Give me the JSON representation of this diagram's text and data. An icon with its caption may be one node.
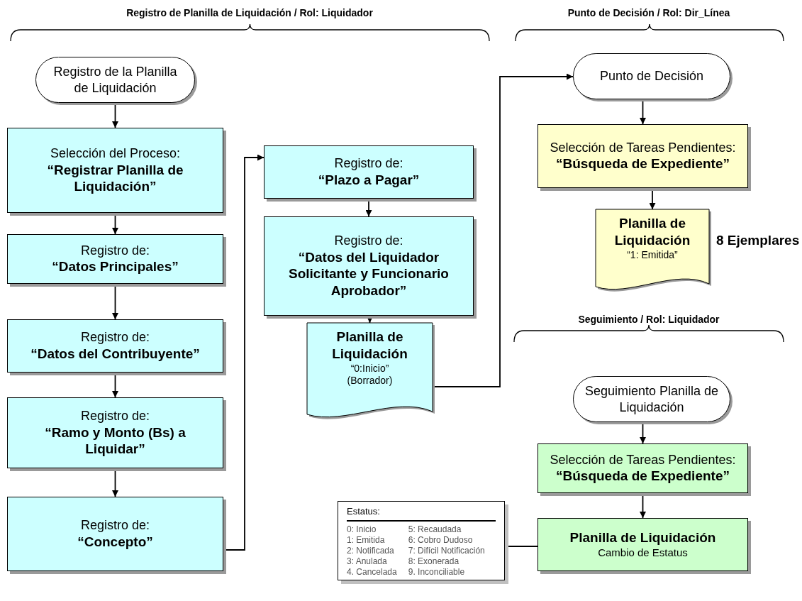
{
  "diagram": {
    "nodes": [
      {
        "text": [
          "Registro de la Planilla de Liquidación"
        ]
      },
      {
        "text": [
          "Selección del Proceso:",
          "“Registrar Planilla de Liquidación”"
        ]
      },
      {
        "text": [
          "Registro de:",
          "“Datos Principales”"
        ]
      },
      {
        "text": [
          "Registro de:",
          "“Datos del Contribuyente”"
        ]
      },
      {
        "text": [
          "Registro de:",
          "“Ramo y Monto (Bs) a Liquidar”"
        ]
      },
      {
        "text": [
          "Registro de:",
          "“Concepto”"
        ]
      },
      {
        "text": [
          "Registro de:",
          "“Plazo a Pagar”"
        ]
      },
      {
        "text": [
          "Registro de:",
          "“Datos del Liquidador Solicitante y Funcionario Aprobador”"
        ]
      },
      {
        "text": [
          "Planilla de Liquidación",
          "“0:Inicio”",
          "(Borrador)"
        ]
      },
      {
        "text": [
          "Punto de Decisión"
        ]
      },
      {
        "text": [
          "Selección de Tareas Pendientes:",
          "“Búsqueda de Expediente”"
        ]
      },
      {
        "text": [
          "Planilla de Liquidación",
          "“1: Emitida”"
        ],
        "beside": [
          "8 Ejemplares"
        ]
      },
      {
        "text": [
          "Seguimiento Planilla de Liquidación"
        ]
      },
      {
        "text": [
          "Selección de Tareas Pendientes:",
          "“Búsqueda de Expediente”"
        ]
      },
      {
        "text": [
          "Planilla de Liquidación",
          "Cambio de Estatus"
        ]
      },
      {
        "text": [
          "Estatus:",
          "0: Inicio",
          "5: Recaudada",
          "1: Emitida",
          "6: Cobro Dudoso",
          "2: Notificada",
          "7: Difícil Notificación",
          "3: Anulada",
          "8: Exonerada",
          "4. Cancelada",
          "9. Inconciliable"
        ]
      }
    ],
    "edges": [
      {
        "from": 0,
        "to": 1,
        "arrow": "to"
      },
      {
        "from": 1,
        "to": 2,
        "arrow": "to"
      },
      {
        "from": 2,
        "to": 3,
        "arrow": "to"
      },
      {
        "from": 3,
        "to": 4,
        "arrow": "to"
      },
      {
        "from": 4,
        "to": 5,
        "arrow": "to"
      },
      {
        "from": 5,
        "to": 6,
        "arrow": "to"
      },
      {
        "from": 6,
        "to": 7,
        "arrow": "to"
      },
      {
        "from": 7,
        "to": 8,
        "arrow": "to"
      },
      {
        "from": 8,
        "to": 9,
        "arrow": "to"
      },
      {
        "from": 9,
        "to": 10,
        "arrow": "to"
      },
      {
        "from": 10,
        "to": 11,
        "arrow": "to"
      },
      {
        "from": 12,
        "to": 13,
        "arrow": "to"
      },
      {
        "from": 13,
        "to": 14,
        "arrow": "to"
      },
      {
        "from": 15,
        "to": 14,
        "arrow": "none"
      }
    ],
    "labels": [
      "Registro de Planilla de Liquidación / Rol: Liquidador",
      "Punto de Decisión / Rol: Dir_Línea",
      "Seguimiento / Rol: Liquidador"
    ]
  }
}
